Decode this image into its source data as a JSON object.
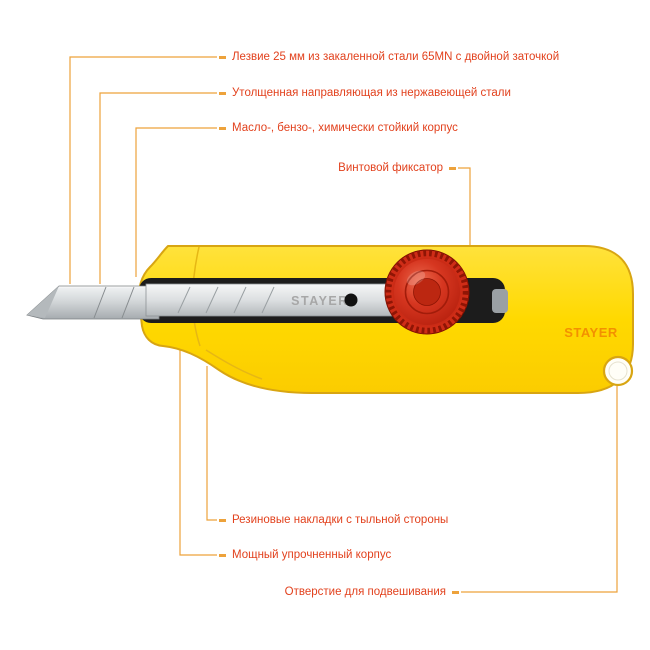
{
  "product": {
    "brand_guide": "STAYER",
    "brand_body": "STAYER"
  },
  "annotations": {
    "blade": {
      "label": "Лезвие 25 мм из закаленной стали 65MN с двойной заточкой"
    },
    "guide": {
      "label": "Утолщенная направляющая из нержавеющей стали"
    },
    "housing": {
      "label": "Масло-, бензо-, химически стойкий корпус"
    },
    "screw_lock": {
      "label": "Винтовой фиксатор"
    },
    "rubber_pads": {
      "label": "Резиновые накладки с тыльной стороны"
    },
    "reinforced_body": {
      "label": "Мощный упрочненный корпус"
    },
    "hanging_hole": {
      "label": "Отверстие для подвешивания"
    }
  },
  "colors": {
    "annotation_text": "#e2411d",
    "leader_line": "#eda23b",
    "body_yellow": "#ffd900",
    "body_outline": "#d8a512",
    "knob_red": "#cf2d17",
    "blade_steel": "#c9ced1",
    "channel_black": "#1c1c1c",
    "brand_grey": "#a7a7a7",
    "brand_orange": "#f39000"
  }
}
